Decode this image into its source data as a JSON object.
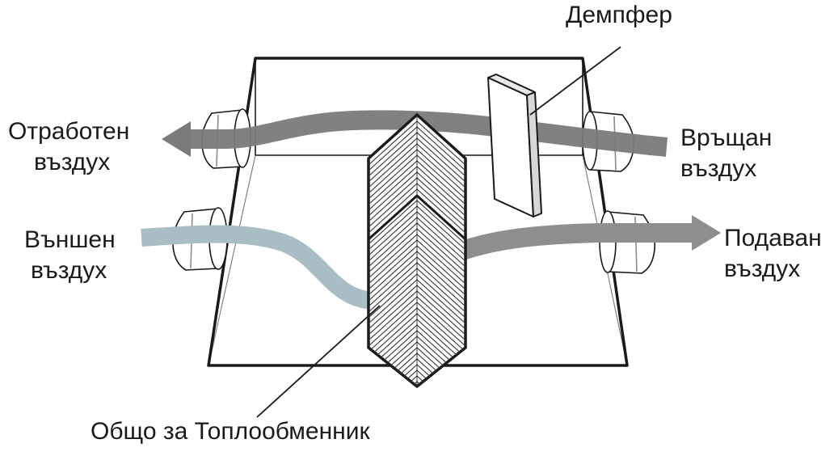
{
  "labels": {
    "damper": "Демпфер",
    "exhaust": {
      "line1": "Отработен",
      "line2": "въздух"
    },
    "return": {
      "line1": "Връщан",
      "line2": "въздух"
    },
    "outdoor": {
      "line1": "Външен",
      "line2": "въздух"
    },
    "supply": {
      "line1": "Подаван",
      "line2": "въздух"
    },
    "core": "Общо за Топлообменник"
  },
  "colors": {
    "outline": "#1a1a1a",
    "exhaust_flow": "#7a7a7a",
    "fresh_flow": "#a9bdc4"
  }
}
